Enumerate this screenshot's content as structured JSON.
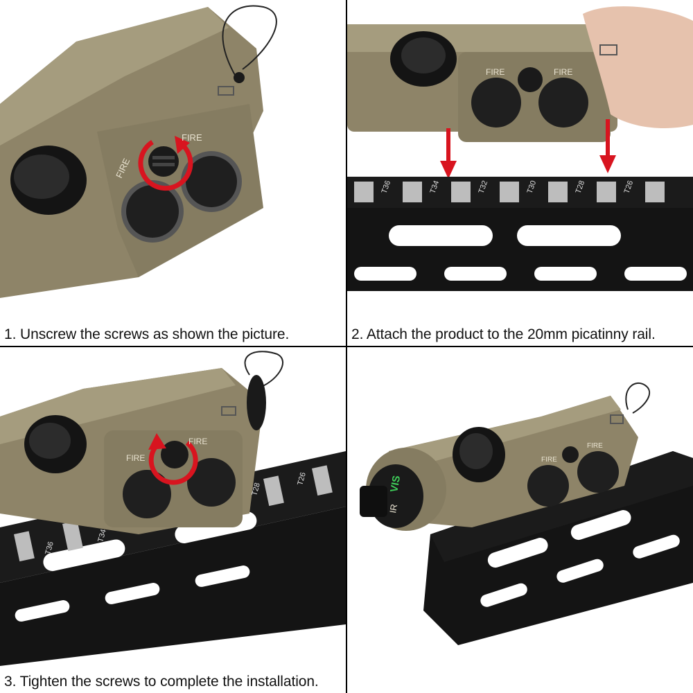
{
  "steps": [
    {
      "caption": "1. Unscrew the screws as shown the picture."
    },
    {
      "caption": "2. Attach the product to the 20mm picatinny rail."
    },
    {
      "caption": "3. Tighten the screws to complete the installation."
    }
  ],
  "labels": {
    "fire": "FIRE",
    "vis": "VIS",
    "ir": "IR"
  },
  "rail_marks": {
    "step2": [
      "T36",
      "T34",
      "T32",
      "T30",
      "T28",
      "T26"
    ],
    "step3": [
      "T36",
      "T34",
      "T28",
      "T26"
    ]
  },
  "colors": {
    "tan": "#8e8468",
    "tan_dark": "#6e6650",
    "rail": "#1b1b1b",
    "arrow_red": "#d8141f",
    "button": "#1f1f1f"
  }
}
